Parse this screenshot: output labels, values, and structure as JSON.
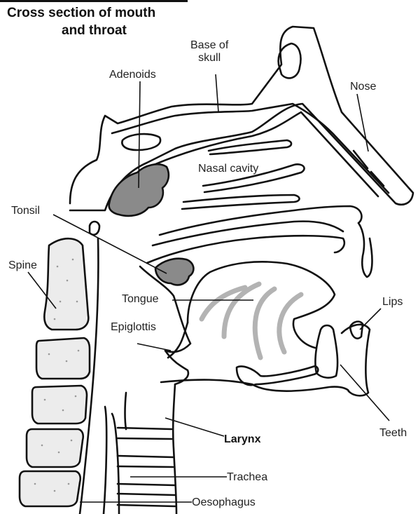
{
  "title": {
    "line1": "Cross section of mouth",
    "line2": "and throat"
  },
  "labels": {
    "base_of_skull_1": "Base of",
    "base_of_skull_2": "skull",
    "adenoids": "Adenoids",
    "nose": "Nose",
    "nasal_cavity": "Nasal cavity",
    "tonsil": "Tonsil",
    "spine": "Spine",
    "tongue": "Tongue",
    "lips": "Lips",
    "epiglottis": "Epiglottis",
    "larynx": "Larynx",
    "teeth": "Teeth",
    "trachea": "Trachea",
    "oesophagus": "Oesophagus"
  },
  "colors": {
    "line": "#111111",
    "tissue_fill": "#8a8a8a",
    "bone_fill": "#ececec",
    "tongue_stripe": "#b3b3b3"
  }
}
